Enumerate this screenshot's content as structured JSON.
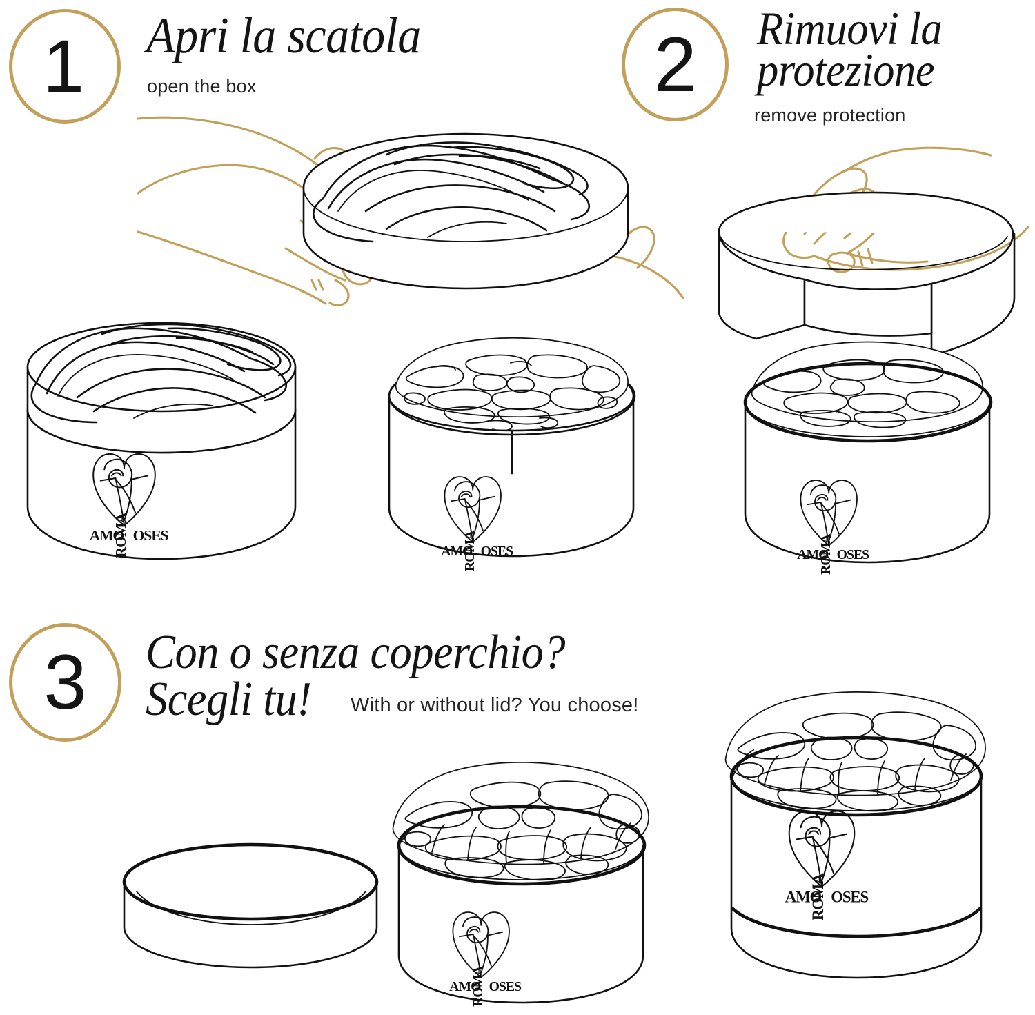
{
  "brand": {
    "name": "AMOROSES",
    "wordmark_primary": "AMO",
    "wordmark_rotated": "ROMA",
    "wordmark_suffix": "OSES",
    "logo_icon": "heart-rose-icon"
  },
  "palette": {
    "gold": "#c2a05a",
    "ink": "#111111",
    "paper": "#ffffff",
    "subtitle_text": "#232323"
  },
  "steps": [
    {
      "number": "1",
      "title": "Apri la scatola",
      "title_lines": [
        "Apri la scatola"
      ],
      "subtitle": "open the box",
      "illustration": "hands lifting the patterned lid off a round rose box"
    },
    {
      "number": "2",
      "title": "Rimuovi la protezione",
      "title_lines": [
        "Rimuovi la",
        "protezione"
      ],
      "subtitle": "remove protection",
      "illustration": "hand removing the protective paper collar from the roses"
    },
    {
      "number": "3",
      "title": "Con o senza coperchio? Scegli tu!",
      "title_lines": [
        "Con o senza coperchio?",
        "Scegli tu!"
      ],
      "subtitle": "With or without lid? You choose!",
      "illustration": "empty lid beside a lidless rose box and a rose box with the lid on"
    }
  ]
}
